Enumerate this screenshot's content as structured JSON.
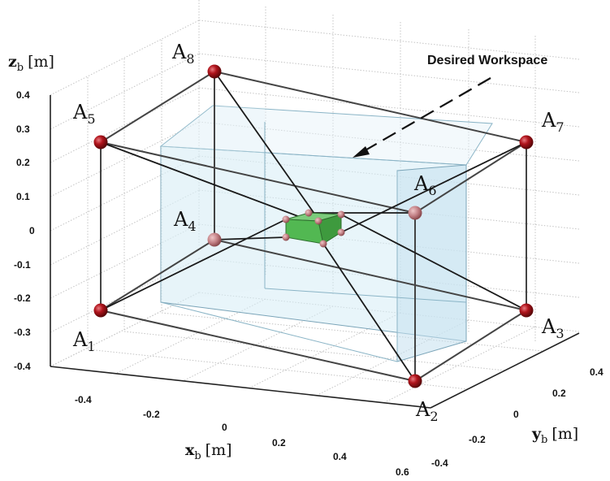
{
  "axes": {
    "z": {
      "label_main": "z",
      "label_sub": "b",
      "unit": "[m]",
      "ticks": [
        "0.4",
        "0.3",
        "0.2",
        "0.1",
        "0",
        "-0.1",
        "-0.2",
        "-0.3",
        "-0.4"
      ]
    },
    "x": {
      "label_main": "x",
      "label_sub": "b",
      "unit": "[m]",
      "ticks": [
        "-0.4",
        "-0.2",
        "0",
        "0.2",
        "0.4",
        "0.6"
      ]
    },
    "y": {
      "label_main": "y",
      "label_sub": "b",
      "unit": "[m]",
      "ticks": [
        "0.4",
        "0.2",
        "0",
        "-0.2",
        "-0.4"
      ]
    }
  },
  "anchors": [
    {
      "main": "A",
      "sub": "1"
    },
    {
      "main": "A",
      "sub": "2"
    },
    {
      "main": "A",
      "sub": "3"
    },
    {
      "main": "A",
      "sub": "4"
    },
    {
      "main": "A",
      "sub": "5"
    },
    {
      "main": "A",
      "sub": "6"
    },
    {
      "main": "A",
      "sub": "7"
    },
    {
      "main": "A",
      "sub": "8"
    }
  ],
  "workspace_label": "Desired Workspace",
  "colors": {
    "anchor": "#9b0d14",
    "anchor_light": "#b86b70",
    "platform": "#52b852",
    "workspace_fill": "#d6ecf6",
    "frame": "#333333",
    "cable": "#1a1a1a",
    "grid": "#bdbdbd"
  }
}
